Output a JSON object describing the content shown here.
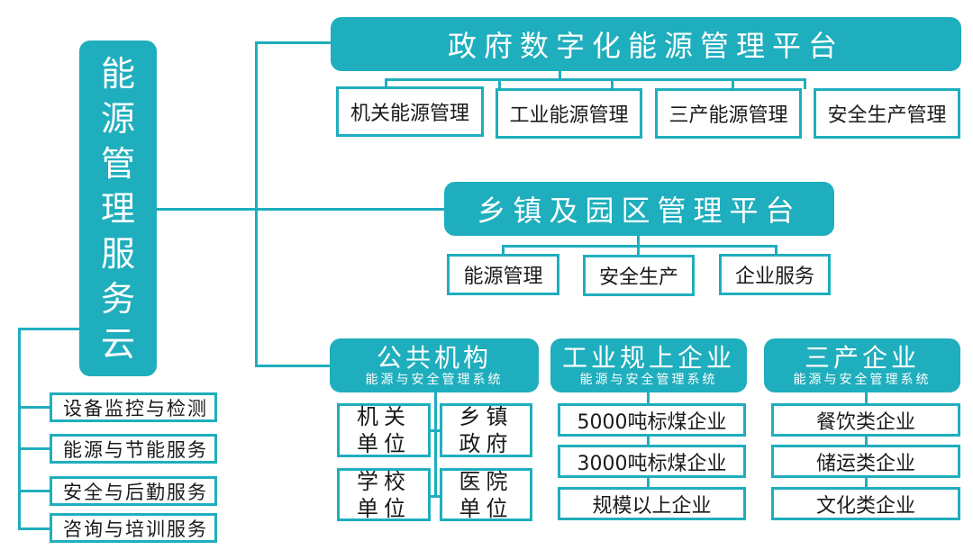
{
  "colors": {
    "accent": "#1faebd",
    "text": "#1a1a1a",
    "background": "#ffffff"
  },
  "root": {
    "label": "能源管理服务云",
    "chars": [
      "能",
      "源",
      "管",
      "理",
      "服",
      "务",
      "云"
    ]
  },
  "services": [
    {
      "label": "设备监控与检测"
    },
    {
      "label": "能源与节能服务"
    },
    {
      "label": "安全与后勤服务"
    },
    {
      "label": "咨询与培训服务"
    }
  ],
  "gov_platform": {
    "title": "政府数字化能源管理平台",
    "children": [
      {
        "label": "机关能源管理"
      },
      {
        "label": "工业能源管理"
      },
      {
        "label": "三产能源管理"
      },
      {
        "label": "安全生产管理"
      }
    ]
  },
  "town_platform": {
    "title": "乡镇及园区管理平台",
    "children": [
      {
        "label": "能源管理"
      },
      {
        "label": "安全生产"
      },
      {
        "label": "企业服务"
      }
    ]
  },
  "systems": [
    {
      "title": "公共机构",
      "subtitle": "能源与安全管理系统",
      "units": [
        {
          "line1": "机关",
          "line2": "单位"
        },
        {
          "line1": "乡镇",
          "line2": "政府"
        },
        {
          "line1": "学校",
          "line2": "单位"
        },
        {
          "line1": "医院",
          "line2": "单位"
        }
      ]
    },
    {
      "title": "工业规上企业",
      "subtitle": "能源与安全管理系统",
      "items": [
        {
          "label": "5000吨标煤企业"
        },
        {
          "label": "3000吨标煤企业"
        },
        {
          "label": "规模以上企业"
        }
      ]
    },
    {
      "title": "三产企业",
      "subtitle": "能源与安全管理系统",
      "items": [
        {
          "label": "餐饮类企业"
        },
        {
          "label": "储运类企业"
        },
        {
          "label": "文化类企业"
        }
      ]
    }
  ]
}
